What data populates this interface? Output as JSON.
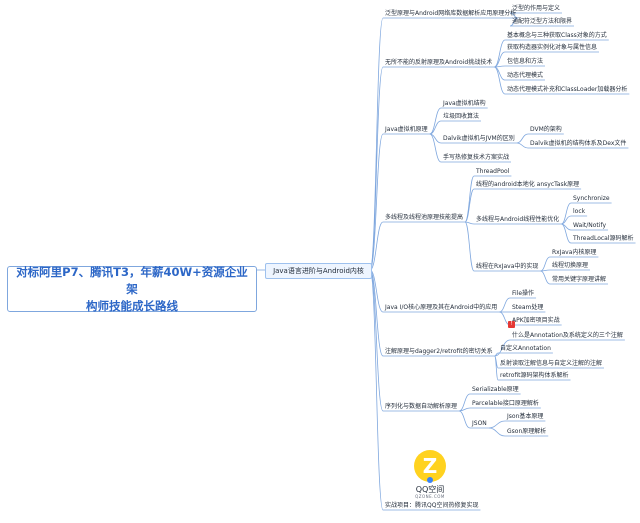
{
  "root": {
    "title_line1": "对标阿里P7、腾讯T3，年薪40W+资源企业架",
    "title_line2": "构师技能成长路线"
  },
  "center": {
    "label": "Java语言进阶与Android内核"
  },
  "branches": [
    {
      "label": "泛型原理与Android网络库数据解析应用原理分析",
      "children": [
        {
          "label": "泛型的作用与定义"
        },
        {
          "label": "通配符泛型方法和限界"
        }
      ]
    },
    {
      "label": "无所不能的反射原理及Android挑战技术",
      "children": [
        {
          "label": "基本概念与三种获取Class对象的方式"
        },
        {
          "label": "获取构造器实例化对象与属性信息"
        },
        {
          "label": "包信息和方法"
        },
        {
          "label": "动态代理模式"
        },
        {
          "label": "动态代理模式补充和ClassLoader加载器分析"
        }
      ]
    },
    {
      "label": "Java虚拟机原理",
      "children": [
        {
          "label": "Java虚拟机结构"
        },
        {
          "label": "垃圾回收算法"
        },
        {
          "label": "Dalvik虚拟机与JVM的区别",
          "children": [
            {
              "label": "DVM的架构"
            },
            {
              "label": "Dalvik虚拟机的结构体系及Dex文件"
            }
          ]
        },
        {
          "label": "手写热修复技术方案实战"
        }
      ]
    },
    {
      "label": "多线程及线程池原理技能提高",
      "children": [
        {
          "label": "ThreadPool"
        },
        {
          "label": "线程的android本地化 ansycTask原理"
        },
        {
          "label": "多线程与Android线程性能优化",
          "children": [
            {
              "label": "Synchronize"
            },
            {
              "label": "lock"
            },
            {
              "label": "Wait/Notify"
            },
            {
              "label": "ThreadLocal源码解析"
            }
          ]
        },
        {
          "label": "线程在RxJava中的实现",
          "children": [
            {
              "label": "RxJava内核原理"
            },
            {
              "label": "线程切换原理"
            },
            {
              "label": "常用关键字原理讲解"
            }
          ]
        }
      ]
    },
    {
      "label": "Java I/O核心原理及其在Android中的应用",
      "children": [
        {
          "label": "File操作"
        },
        {
          "label": "Steam处理"
        },
        {
          "label": "APK加密项目实战"
        }
      ]
    },
    {
      "label": "注解原理与dagger2/retrofit的密切关系",
      "children": [
        {
          "label": "什么是Annotation及系统定义的三个注解"
        },
        {
          "label": "自定义Annotation"
        },
        {
          "label": "反射读取注解信息与自定义注解的注解"
        },
        {
          "label": "retrofit源码架构体系解析"
        }
      ]
    },
    {
      "label": "序列化与数据自动解析原理",
      "children": [
        {
          "label": "Serializable原理"
        },
        {
          "label": "Parcelable接口原理解析"
        },
        {
          "label": "JSON",
          "children": [
            {
              "label": "Json基本原理"
            },
            {
              "label": "Gson原理解析"
            }
          ]
        }
      ]
    },
    {
      "label": "实战项目：腾讯QQ空间热修复实现",
      "children": []
    }
  ],
  "logo": {
    "brand_text": "QQ空间",
    "brand_sub": "QZONE.COM",
    "glyph": "Z"
  },
  "colors": {
    "root_text": "#2d67c7",
    "line": "#7fa7de",
    "center_fill": "#eef5ff"
  }
}
